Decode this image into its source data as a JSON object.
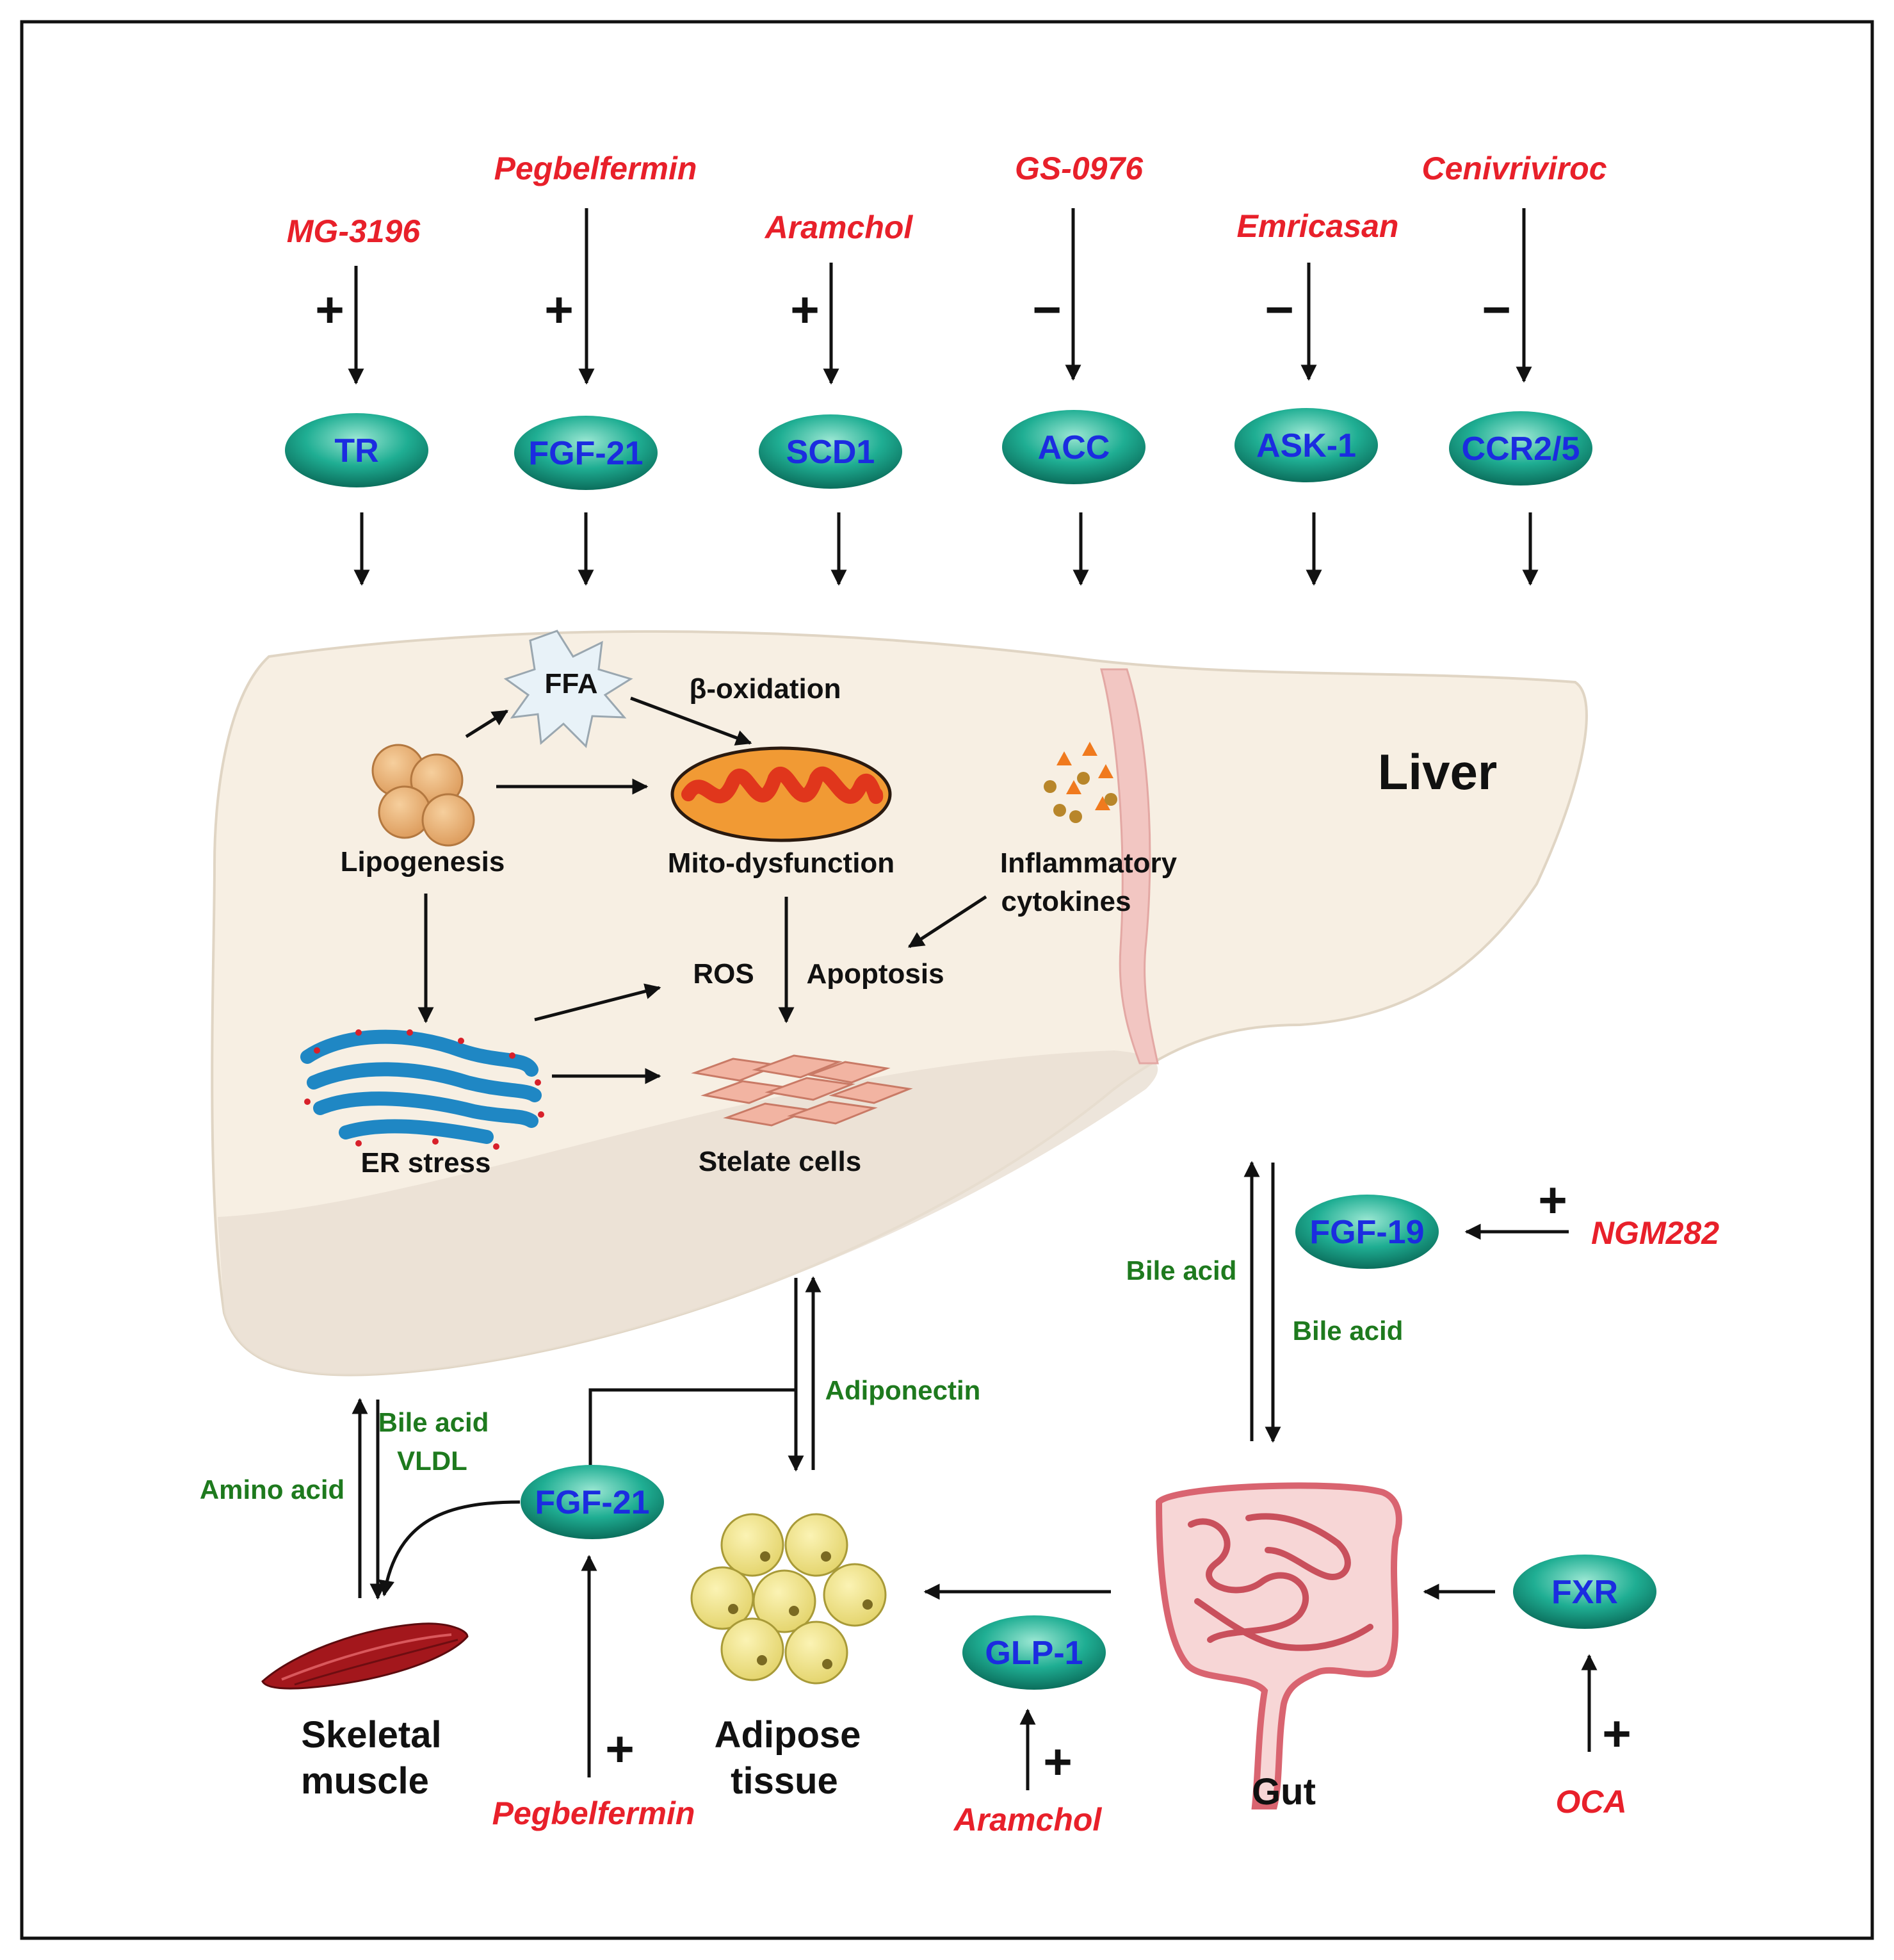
{
  "top_pathways": [
    {
      "drug": "MG-3196",
      "sign": "+",
      "target": "TR"
    },
    {
      "drug": "Pegbelfermin",
      "sign": "+",
      "target": "FGF-21"
    },
    {
      "drug": "Aramchol",
      "sign": "+",
      "target": "SCD1"
    },
    {
      "drug": "GS-0976",
      "sign": "−",
      "target": "ACC"
    },
    {
      "drug": "Emricasan",
      "sign": "−",
      "target": "ASK-1"
    },
    {
      "drug": "Cenivriviroc",
      "sign": "−",
      "target": "CCR2/5"
    }
  ],
  "liver": {
    "label": "Liver",
    "processes": {
      "ffa": "FFA",
      "beta_oxidation": "β-oxidation",
      "lipogenesis": "Lipogenesis",
      "mito_dysfunction": "Mito-dysfunction",
      "inflammatory": "Inflammatory",
      "cytokines": "cytokines",
      "ros": "ROS",
      "apoptosis": "Apoptosis",
      "er_stress": "ER stress",
      "stelate": "Stelate cells"
    }
  },
  "organs": {
    "muscle": [
      "Skeletal",
      "muscle"
    ],
    "adipose": [
      "Adipose",
      "tissue"
    ],
    "gut": "Gut"
  },
  "flows": {
    "bile_acid_up": "Bile acid",
    "bile_acid_down": "Bile acid",
    "adiponectin": "Adiponectin",
    "muscle_bile_acid": "Bile acid",
    "muscle_vldl": "VLDL",
    "amino_acid": "Amino acid"
  },
  "bottom_pathways": {
    "fgf19": {
      "target": "FGF-19",
      "drug": "NGM282",
      "sign": "+"
    },
    "fgf21": {
      "target": "FGF-21",
      "drug": "Pegbelfermin",
      "sign": "+"
    },
    "glp1": {
      "target": "GLP-1",
      "drug": "Aramchol",
      "sign": "+"
    },
    "fxr": {
      "target": "FXR",
      "drug": "OCA",
      "sign": "+"
    }
  },
  "colors": {
    "drug_text": "#e8202a",
    "target_text": "#1b2ce0",
    "flow_text": "#1e7a1e",
    "target_fill": "#14a48a",
    "liver_fill": "#f7efe3"
  }
}
